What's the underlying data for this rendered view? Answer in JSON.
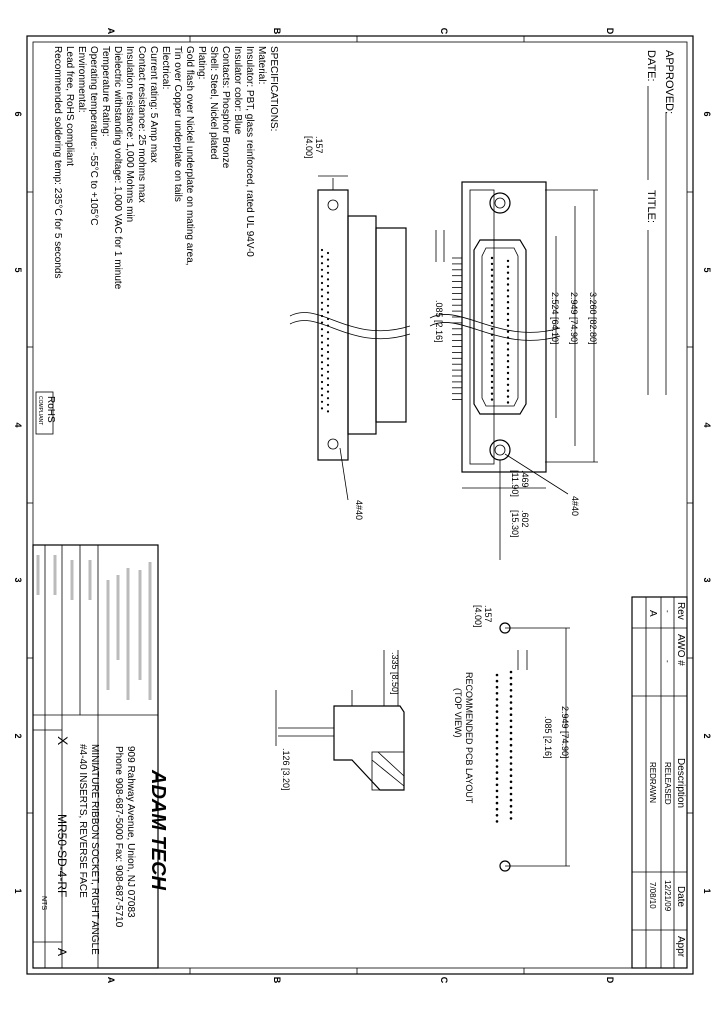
{
  "border": {
    "zones_rows": [
      "A",
      "B",
      "C",
      "D"
    ],
    "zones_cols": [
      "6",
      "5",
      "4",
      "3",
      "2",
      "1"
    ]
  },
  "approval": {
    "approved_label": "APPROVED:",
    "date_label": "DATE:",
    "title_label": "TITLE:"
  },
  "specs": [
    "SPECIFICATIONS:",
    "Material:",
    "Insulator: PBT, glass reinforced, rated UL 94V-0",
    "Insulator color: Blue",
    "Contacts: Phosphor Bronze",
    "Shell: Steel, Nickel plated",
    "Plating:",
    "Gold flash over Nickel underplate on mating area,",
    "Tin over Copper underplate on tails",
    "Electrical:",
    "Current rating: 5 Amp max",
    "Contact resistance: 25 mohms max",
    "Insulation resistance: 1,000 Mohms min",
    "Dielectric withstanding voltage: 1,000 VAC for 1 minute",
    "Temperature Rating:",
    "Operating temperature: -55°C to +105°C",
    "Environmental:",
    "Lead free, RoHS compliant",
    "Recommended soldering temp: 235°C for 5 seconds"
  ],
  "rohs": [
    "RoHS",
    "COMPLIANT"
  ],
  "dims": {
    "d_157": ".157",
    "d_157_mm": "[4.00]",
    "d_3260": "3.260  [82.80]",
    "d_2949": "2.949  [74.90]",
    "d_2524": "2.524  [64.10]",
    "d_085": ".085  [2.16]",
    "d_469": ".469",
    "d_469_mm": "[11.90]",
    "d_602": ".602",
    "d_602_mm": "[15.30]",
    "d_4_40": "4#40",
    "pcb_2949": "2.949  [74.90]",
    "pcb_085": ".085  [2.16]",
    "pcb_157": ".157",
    "pcb_157_mm": "[4.00]",
    "side_335": ".335  [8.50]",
    "side_126": ".126  [3.20]"
  },
  "pcb_label": [
    "RECOMMENDED PCB LAYOUT",
    "(TOP VIEW)"
  ],
  "revision": {
    "headers": [
      "Rev",
      "AWO #",
      "Description",
      "Date",
      "Appr"
    ],
    "rows": [
      [
        "-",
        "-",
        "RELEASED",
        "12/21/09",
        ""
      ],
      [
        "A",
        "",
        "REDRAWN",
        "7/08/10",
        ""
      ]
    ]
  },
  "title_block": {
    "company": "ADAM TECH",
    "address": "909 Rahway Avenue, Union, NJ 07083",
    "phone": "Phone 908-687-5000  Fax: 908-687-5710",
    "title_line1": "MINIATURE RIBBON SOCKET, RIGHT ANGLE",
    "title_line2": "#4-40 INSERTS, REVERSE FACE",
    "part_number": "MR50-SD-4-RF",
    "scale": "NTS",
    "rev": "A",
    "size": "X"
  }
}
